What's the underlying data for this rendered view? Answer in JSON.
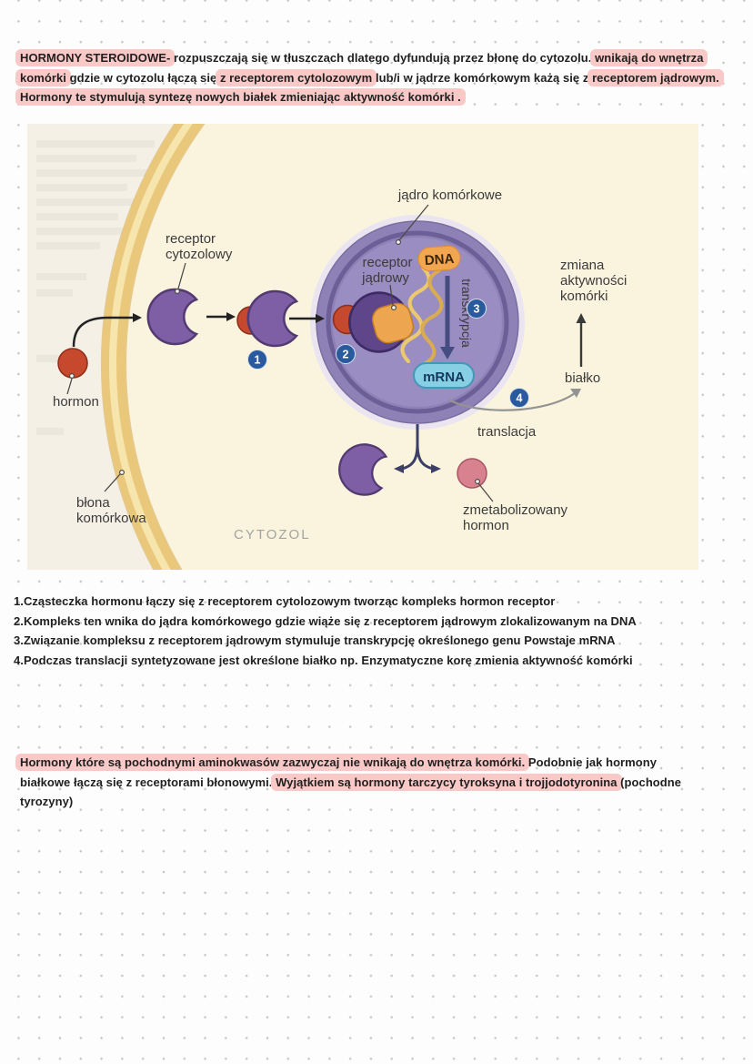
{
  "intro": {
    "lines": [
      {
        "segments": [
          {
            "t": "HORMONY STEROIDOWE-",
            "h": true
          },
          {
            "t": " rozpuszczają się w tłuszczach dlatego dyfundują przez błonę do cytozolu. ",
            "h": false
          },
          {
            "t": "wnikają do wnętrza",
            "h": true
          }
        ]
      },
      {
        "segments": [
          {
            "t": "komórki",
            "h": true
          },
          {
            "t": " gdzie w cytozolu łączą się ",
            "h": false
          },
          {
            "t": "z receptorem cytolozowym",
            "h": true
          },
          {
            "t": " lub/i w jądrze komórkowym każą się z ",
            "h": false
          },
          {
            "t": "receptorem jądrowym.",
            "h": true
          }
        ]
      },
      {
        "segments": [
          {
            "t": "Hormony te stymulują syntezę nowych białek zmieniając aktywność komórki  .",
            "h": true
          }
        ]
      }
    ]
  },
  "steps": {
    "items": [
      "1.Cząsteczka hormonu łączy się z receptorem cytolozowym tworząc kompleks hormon receptor",
      "2.Kompleks ten wnika do jądra komórkowego gdzie wiąże się z receptorem jądrowym zlokalizowanym na DNA",
      "3.Związanie kompleksu z receptorem jądrowym stymuluje transkrypcję określonego genu Powstaje mRNA",
      "4.Podczas translacji syntetyzowane jest określone białko np. Enzymatyczne korę zmienia aktywność komórki"
    ]
  },
  "outro": {
    "lines": [
      {
        "segments": [
          {
            "t": "Hormony które są pochodnymi aminokwasów zazwyczaj nie wnikają do wnętrza komórki.",
            "h": true
          },
          {
            "t": " Podobnie jak hormony",
            "h": false
          }
        ]
      },
      {
        "segments": [
          {
            "t": "białkowe łączą się z receptorami błonowymi. ",
            "h": false
          },
          {
            "t": "Wyjątkiem są hormony tarczycy tyroksyna i trojjodotyronina",
            "h": true
          },
          {
            "t": " (pochodne",
            "h": false
          }
        ]
      },
      {
        "segments": [
          {
            "t": "tyrozyny)",
            "h": false
          }
        ]
      }
    ]
  },
  "diagram": {
    "labels": {
      "nucleus": "jądro komórkowe",
      "cytosolic_receptor_1": "receptor",
      "cytosolic_receptor_2": "cytozolowy",
      "nuclear_receptor_1": "receptor",
      "nuclear_receptor_2": "jądrowy",
      "dna": "DNA",
      "transcription": "transkrypcja",
      "mrna": "mRNA",
      "hormone": "hormon",
      "membrane_1": "błona",
      "membrane_2": "komórkowa",
      "cytosol": "CYTOZOL",
      "cell_change_1": "zmiana",
      "cell_change_2": "aktywności",
      "cell_change_3": "komórki",
      "protein": "białko",
      "translation": "translacja",
      "metabolized_1": "zmetabolizowany",
      "metabolized_2": "hormon"
    },
    "badges": [
      "1",
      "2",
      "3",
      "4"
    ],
    "colors": {
      "highlight": "#f8c9c6",
      "membrane": "#eac87b",
      "cell_interior": "#faf4df",
      "nucleus": "#8d81b6",
      "receptor": "#7e5ea5",
      "hormone": "#c6492e",
      "nuclear_receptor": "#eda64f",
      "dna_pill": "#f2a64f",
      "mrna_pill": "#87d0e4",
      "badge": "#2a5a9e",
      "metabolized_hormone": "#d8828f"
    }
  }
}
